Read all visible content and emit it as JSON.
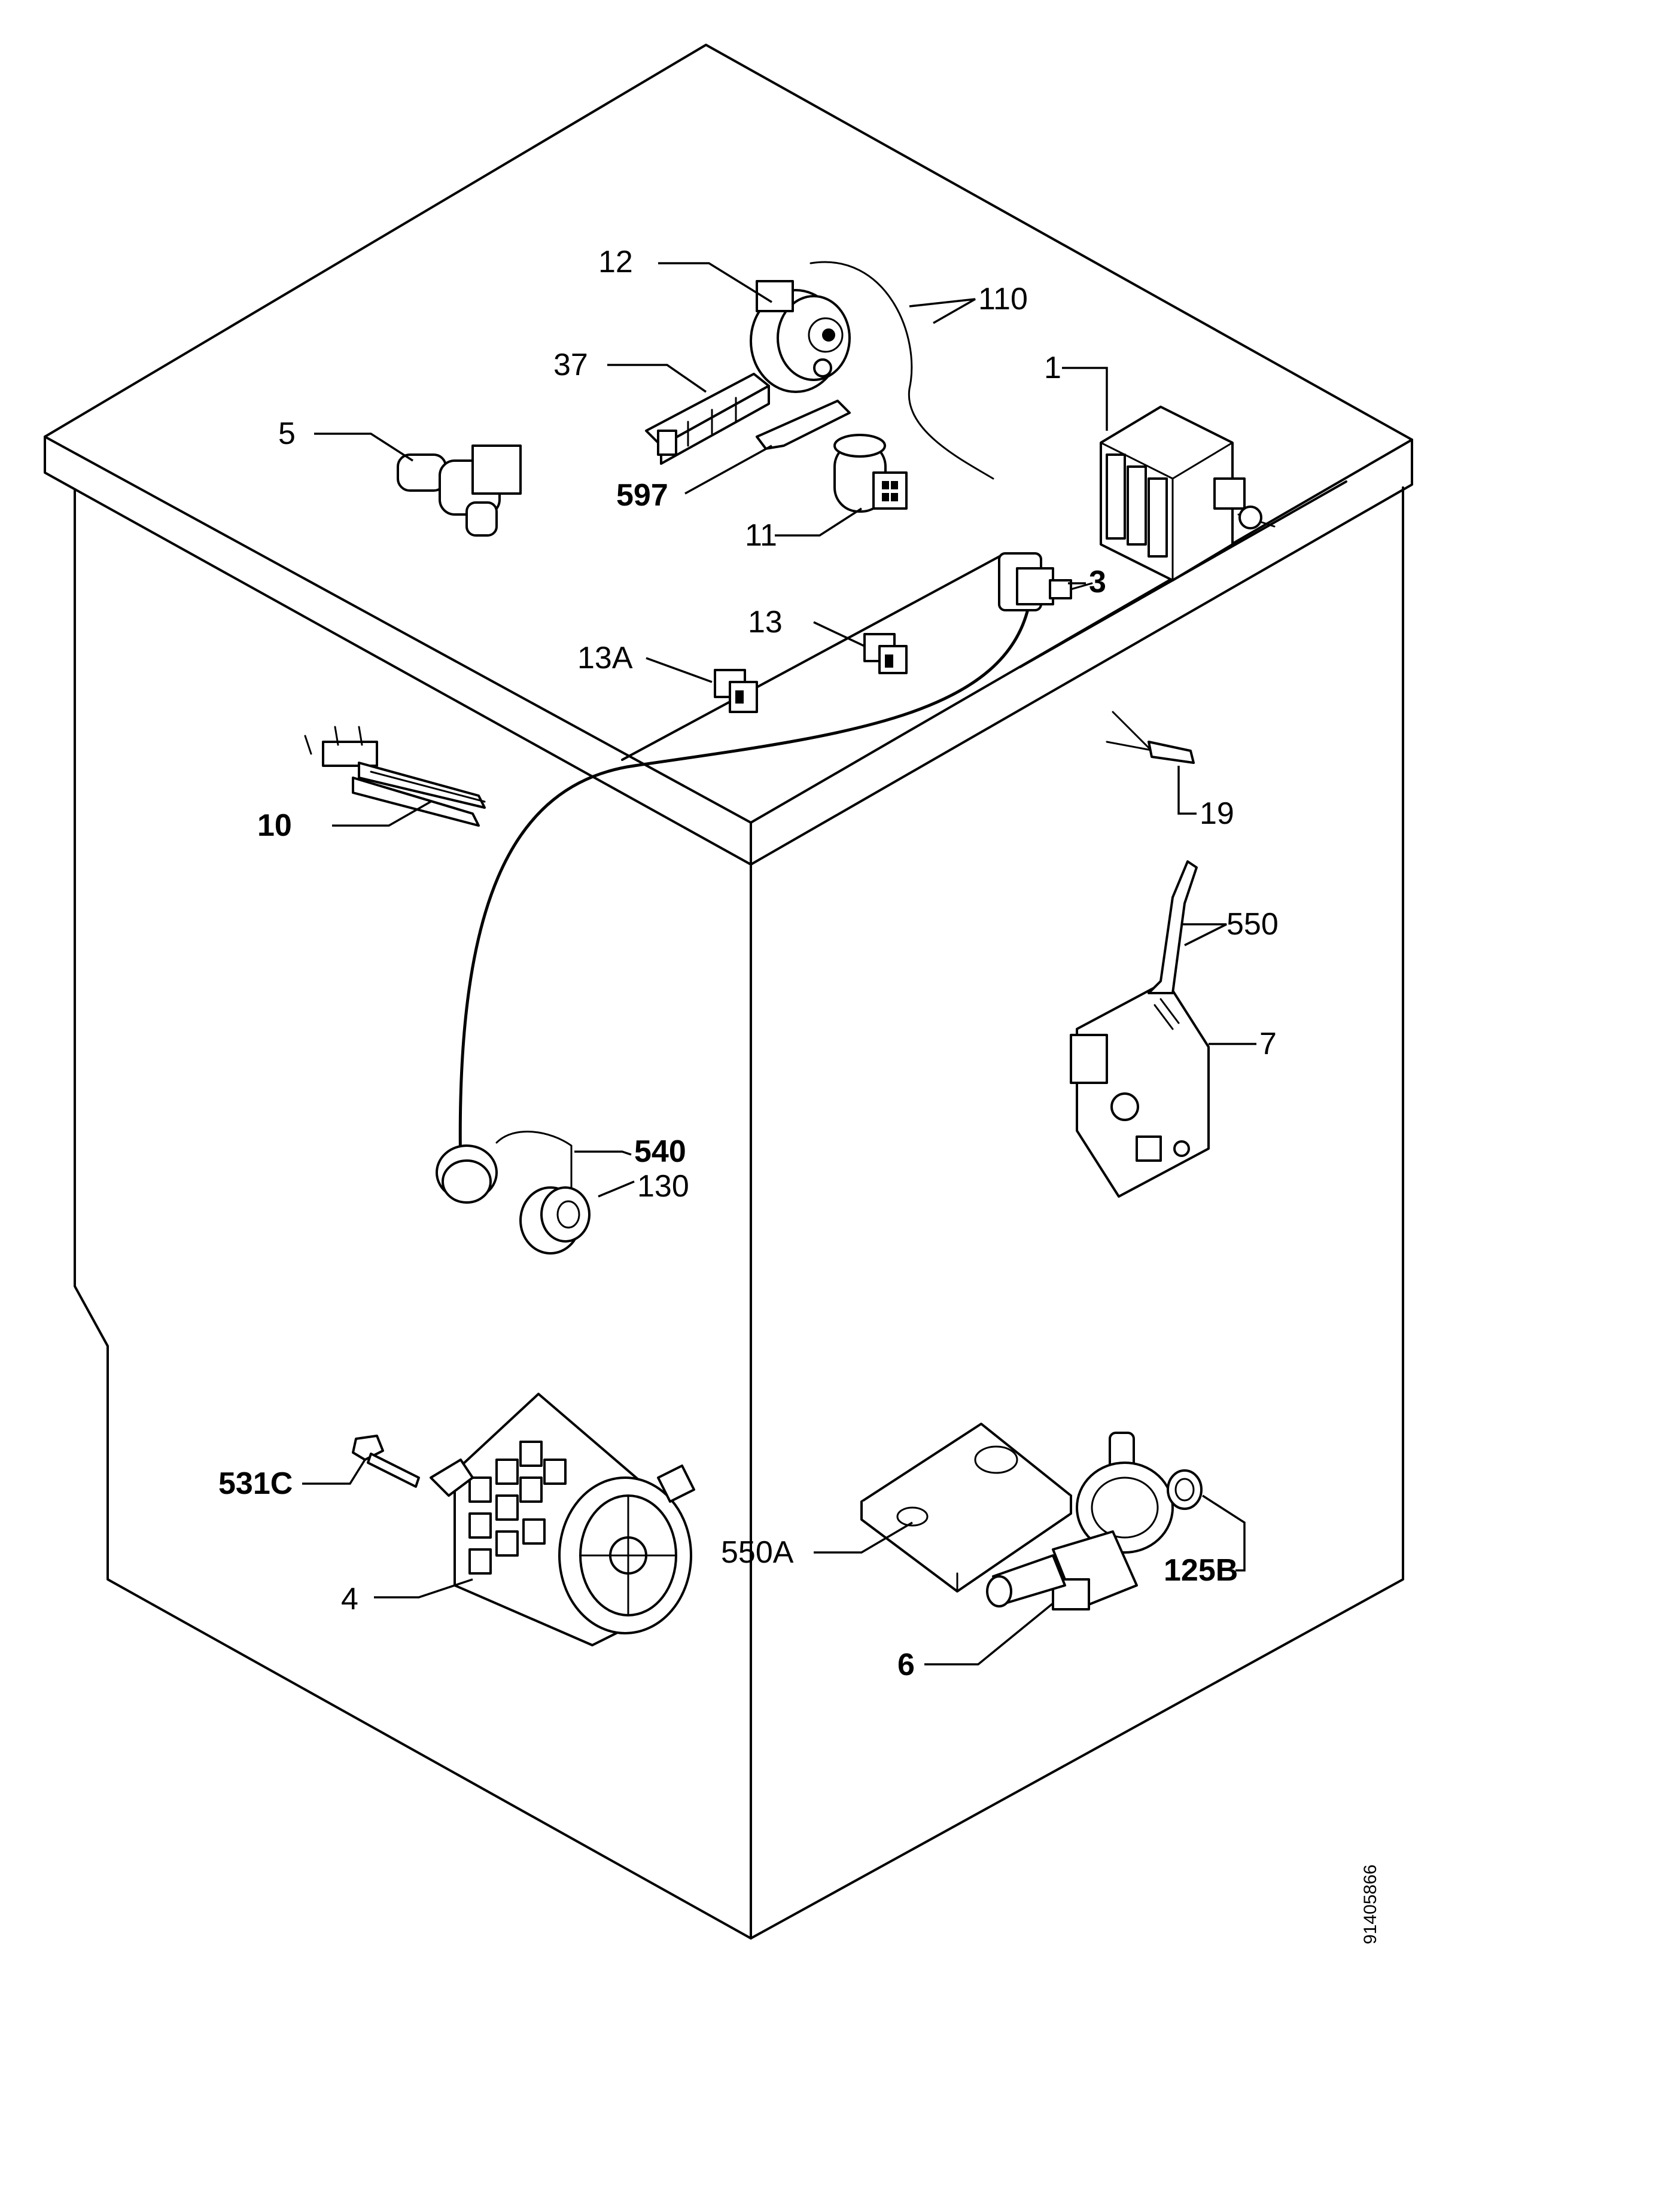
{
  "diagram": {
    "document_number": "91405866",
    "labels": {
      "p1": "1",
      "p3": "3",
      "p4": "4",
      "p5": "5",
      "p6": "6",
      "p7": "7",
      "p10": "10",
      "p11": "11",
      "p12": "12",
      "p13": "13",
      "p13a": "13A",
      "p19": "19",
      "p37": "37",
      "p110": "110",
      "p125b": "125B",
      "p130": "130",
      "p531c": "531C",
      "p540": "540",
      "p550": "550",
      "p550a": "550A",
      "p597": "597"
    }
  }
}
